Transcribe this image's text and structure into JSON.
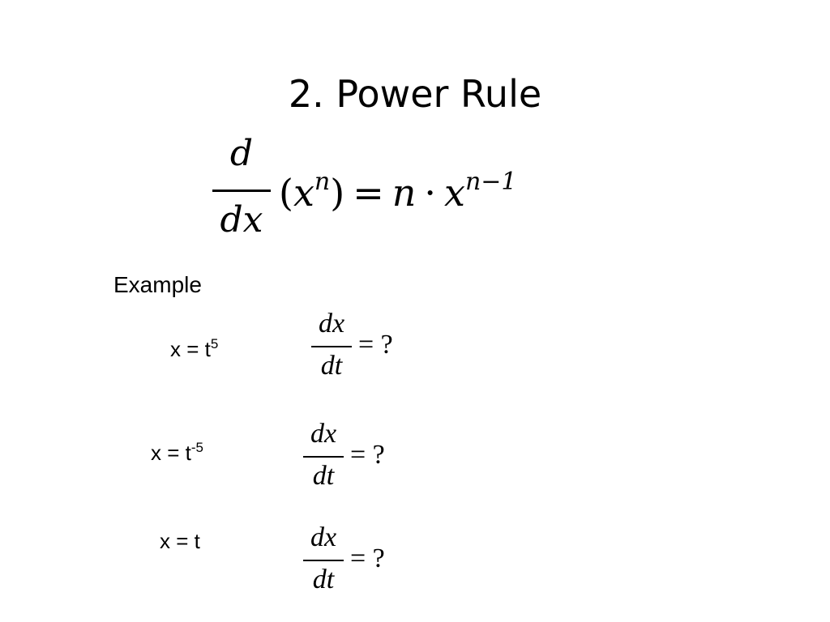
{
  "slide": {
    "title": "2. Power Rule",
    "formula": {
      "numerator": "d",
      "denominator": "dx",
      "open_paren": "(",
      "base": "x",
      "exponent": "n",
      "close_paren": ")",
      "equals": "=",
      "coefficient": "n",
      "dot": "·",
      "result_base": "x",
      "result_exponent": "n−1"
    },
    "example_label": "Example",
    "examples": [
      {
        "lhs": "x = t",
        "exponent": "5",
        "deriv_numerator": "dx",
        "deriv_denominator": "dt",
        "deriv_rest": "= ?"
      },
      {
        "lhs": "x = t",
        "exponent": "-5",
        "deriv_numerator": "dx",
        "deriv_denominator": "dt",
        "deriv_rest": "= ?"
      },
      {
        "lhs": "x = t",
        "exponent": "",
        "deriv_numerator": "dx",
        "deriv_denominator": "dt",
        "deriv_rest": "= ?"
      }
    ]
  }
}
